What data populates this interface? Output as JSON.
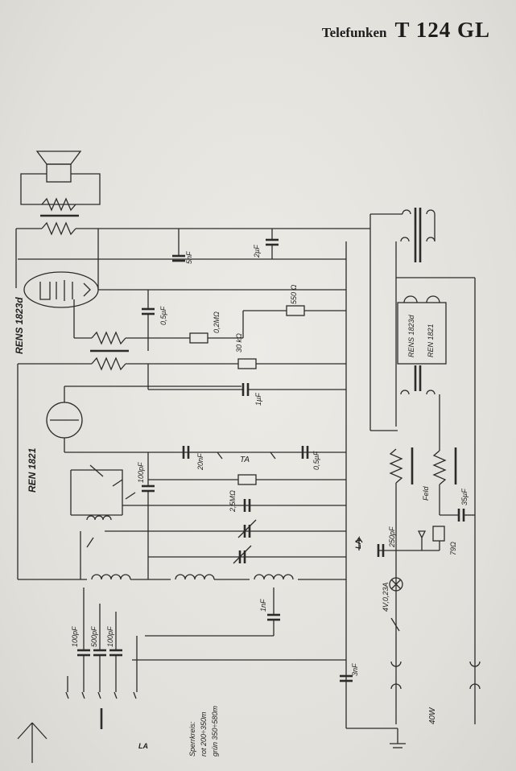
{
  "header": {
    "maker": "Telefunken",
    "model": "T 124 GL"
  },
  "tubes": {
    "output": "RENS 1823d",
    "detector": "REN 1821",
    "rect1": "RENS 1823d",
    "rect2": "REN 1821"
  },
  "caps": {
    "c5nf": "5nF",
    "c2uf": "2µF",
    "c05uf_a": "0,5µF",
    "c1uf": "1µF",
    "c20nf": "20nF",
    "c05uf_b": "0,5µF",
    "c100pf_a": "100pF",
    "c250pf": "250pF",
    "c35uf": "35µF",
    "c1nf": "1nF",
    "c100pf_b": "100pF",
    "c500pf": "500pF",
    "c100pf_c": "100pF",
    "c3nf": "3nF"
  },
  "resistors": {
    "r02": "0,2MΩ",
    "r550": "550 Ω",
    "r30k": "30 kΩ",
    "r25": "2,5MΩ",
    "r79": "79Ω"
  },
  "labels": {
    "ta": "TA",
    "la1": "LA",
    "la2": "LA",
    "lamp": "4V,0,23A",
    "feld": "Feld",
    "power": "40W",
    "sperr1": "Sperrkreis:",
    "sperr2": "rot 200÷350m",
    "sperr3": "grün 350÷580m"
  }
}
